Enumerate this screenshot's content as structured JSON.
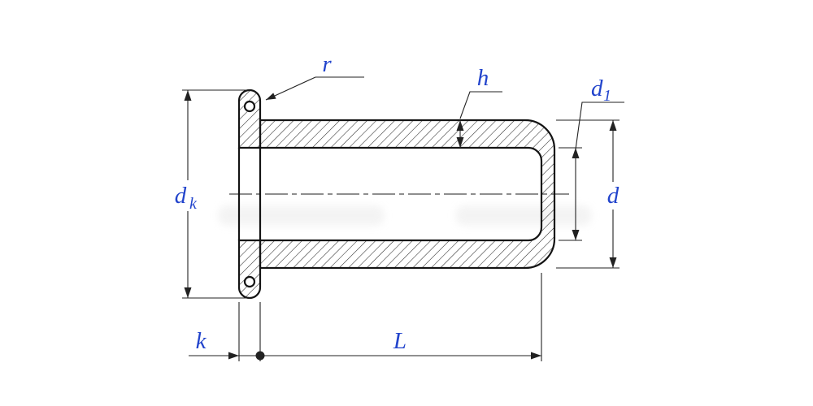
{
  "drawing": {
    "type": "technical-cross-section",
    "subject": "tubular rivet with flange head"
  },
  "labels": {
    "r": "r",
    "h": "h",
    "d1_main": "d",
    "d1_sub": "1",
    "d": "d",
    "dk_main": "d",
    "dk_sub": "k",
    "k": "k",
    "L": "L"
  },
  "colors": {
    "label_blue": "#2244cc",
    "line_dark": "#141414",
    "dim_line": "#222222",
    "background": "#ffffff"
  }
}
